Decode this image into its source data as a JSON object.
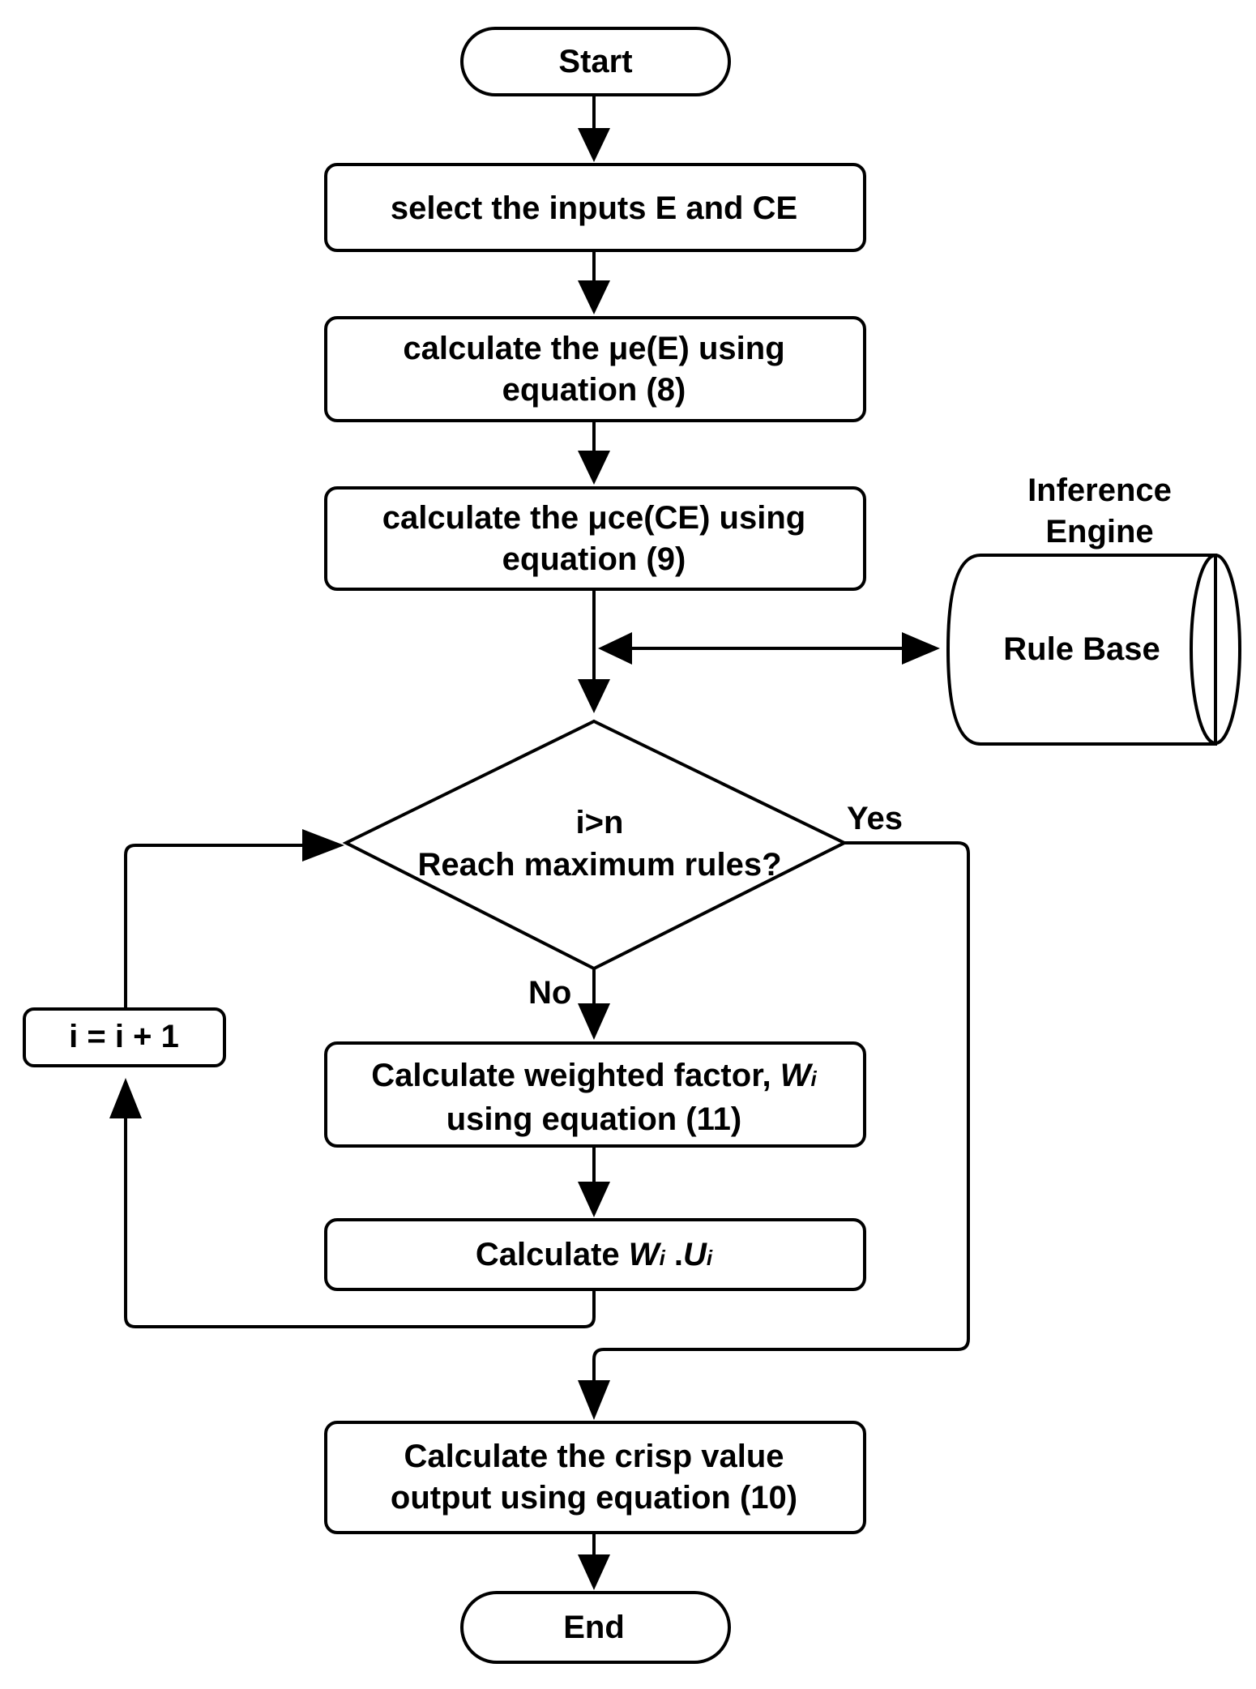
{
  "diagram": {
    "start": "Start",
    "step_select_inputs": "select the inputs E and CE",
    "step_mu_e": [
      "calculate the μe(E) using",
      "equation (8)"
    ],
    "step_mu_ce": [
      "calculate the μce(CE) using",
      "equation (9)"
    ],
    "inference_engine": [
      "Inference",
      "Engine"
    ],
    "rule_base": "Rule Base",
    "decision": [
      "i>n",
      "Reach maximum rules?"
    ],
    "yes": "Yes",
    "no": "No",
    "increment": "i = i + 1",
    "weighted_factor": {
      "line1": "Calculate weighted factor, ",
      "line1_var": "W",
      "line1_sub": "i",
      "line2": "using equation (11)"
    },
    "product": {
      "prefix": "Calculate ",
      "var1": "W",
      "sub1": "i",
      "sep": " .",
      "var2": "U",
      "sub2": "i"
    },
    "crisp": [
      "Calculate the crisp value",
      "output using equation (10)"
    ],
    "end": "End"
  }
}
